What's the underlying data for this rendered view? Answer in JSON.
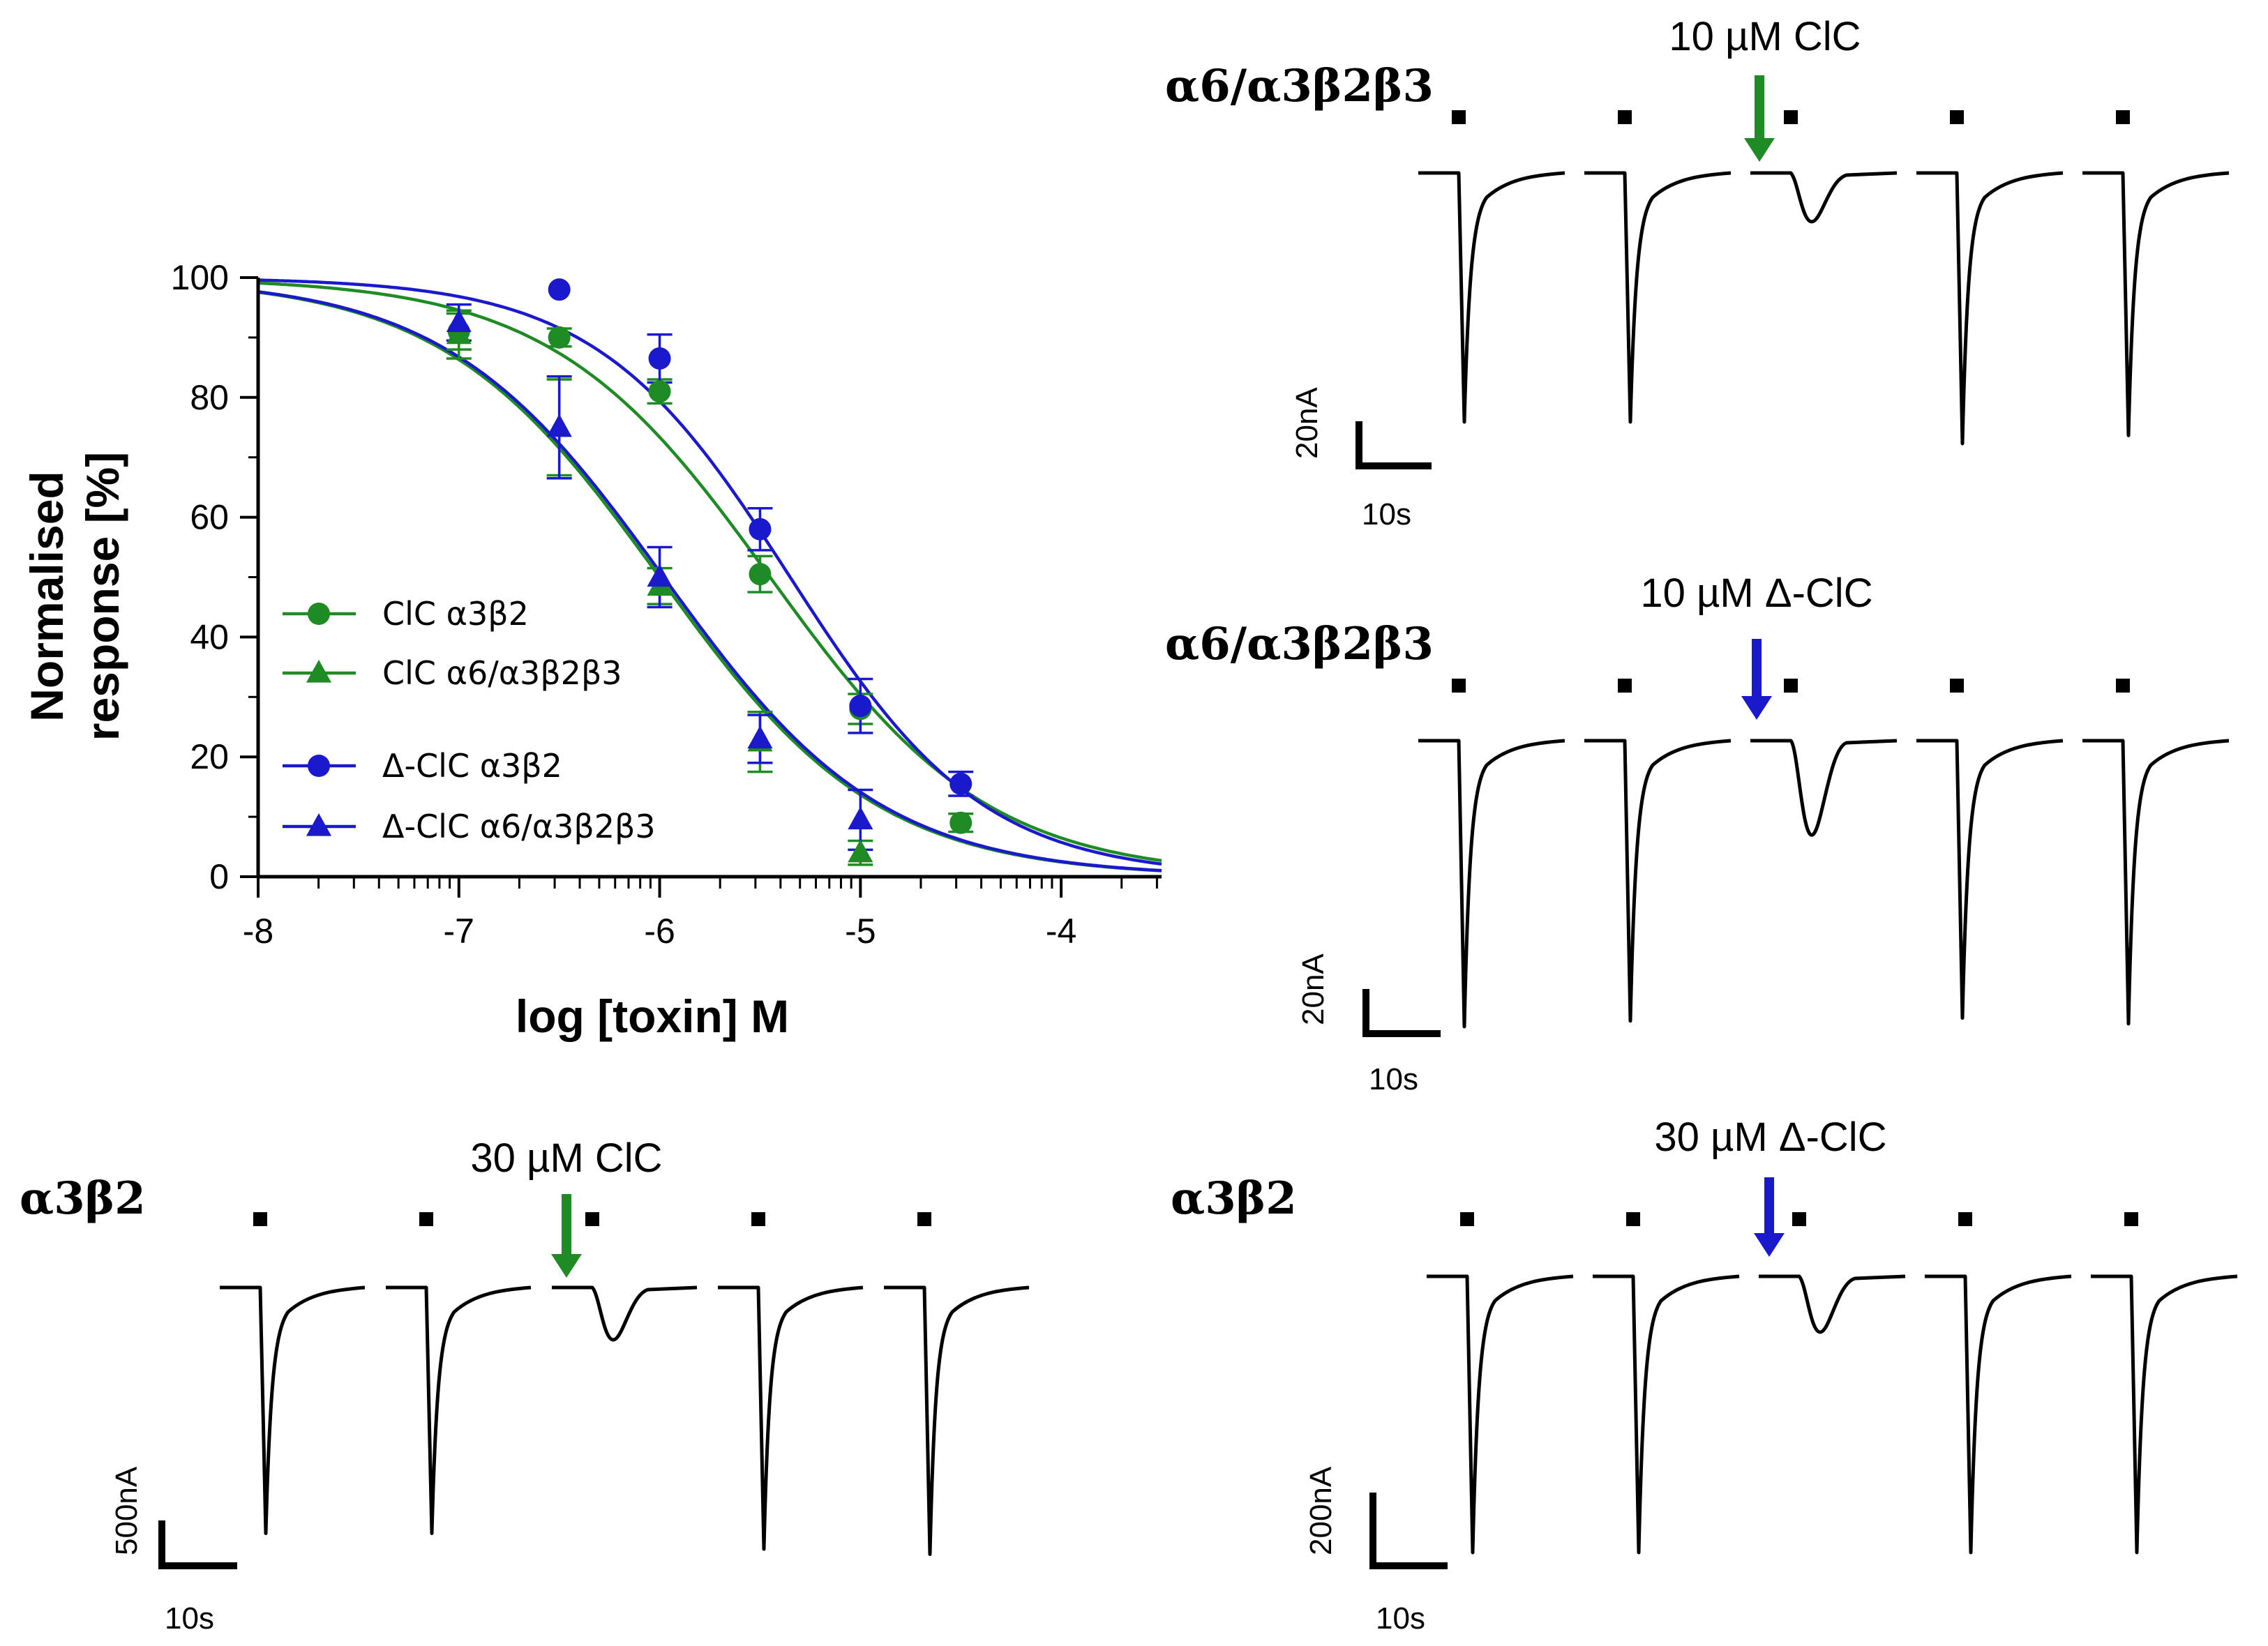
{
  "chart_data": [
    {
      "type": "scatter",
      "title": "",
      "xlabel": "log [toxin] M",
      "ylabel_line1": "Normalised",
      "ylabel_line2": "response [%]",
      "xlim": [
        -8,
        -3.5
      ],
      "ylim": [
        0,
        100
      ],
      "x_ticks": [
        -8,
        -7,
        -6,
        -5,
        -4
      ],
      "x_tick_labels": [
        "-8",
        "-7",
        "-6",
        "-5",
        "-4"
      ],
      "y_ticks": [
        0,
        20,
        40,
        60,
        80,
        100
      ],
      "y_tick_labels": [
        "0",
        "20",
        "40",
        "60",
        "80",
        "100"
      ],
      "x_axis_log_minor_ticks": true,
      "fit": "sigmoidal concentration-response",
      "legend_position": "center-left",
      "series": [
        {
          "name": "ClC α3β2",
          "color": "#1f8b24",
          "marker": "circle",
          "x": [
            -7,
            -6.5,
            -6,
            -5.5,
            -5,
            -4.5
          ],
          "y": [
            91,
            90,
            81,
            50.5,
            28,
            9
          ],
          "error": [
            3,
            1.5,
            2,
            3,
            2.5,
            1.5
          ],
          "fit_logIC50": -5.45,
          "fit_hill": 0.8
        },
        {
          "name": "ClC α6/α3β2β3",
          "color": "#1f8b24",
          "marker": "triangle",
          "x": [
            -7,
            -6.5,
            -6,
            -5.5,
            -5
          ],
          "y": [
            90.5,
            75,
            48.5,
            22.5,
            4
          ],
          "error": [
            4,
            8,
            3,
            5,
            2
          ],
          "fit_logIC50": -6.0,
          "fit_hill": 0.8
        },
        {
          "name": "Δ-ClC α3β2",
          "color": "#1a1acc",
          "marker": "circle",
          "x": [
            -6.5,
            -6,
            -5.5,
            -5,
            -4.5
          ],
          "y": [
            98,
            86.5,
            58,
            28.5,
            15.5
          ],
          "error": [
            0,
            4,
            3.5,
            4.5,
            2
          ],
          "fit_logIC50": -5.35,
          "fit_hill": 0.9
        },
        {
          "name": "Δ-ClC α6/α3β2β3",
          "color": "#1a1acc",
          "marker": "triangle",
          "x": [
            -7,
            -6.5,
            -6,
            -5.5,
            -5
          ],
          "y": [
            92.5,
            75,
            50,
            23,
            9.5
          ],
          "error": [
            3,
            8.5,
            5,
            4,
            5
          ],
          "fit_logIC50": -5.98,
          "fit_hill": 0.8
        }
      ]
    }
  ],
  "traces": [
    {
      "id": "tr-a6-clc",
      "receptor_label": "α6/α3β2β3",
      "drug_label": "10 µM ClC",
      "arrow_color": "#1f8b24",
      "amplitude_scale": "20nA",
      "time_scale": "10s",
      "peak_fraction": [
        0.92,
        0.92,
        0.18,
        1.0,
        0.97
      ]
    },
    {
      "id": "tr-a6-dclc",
      "receptor_label": "α6/α3β2β3",
      "drug_label": "10 µM Δ-ClC",
      "arrow_color": "#1a1acc",
      "amplitude_scale": "20nA",
      "time_scale": "10s",
      "peak_fraction": [
        1.0,
        0.98,
        0.33,
        0.97,
        0.99
      ]
    },
    {
      "id": "tr-a3-clc",
      "receptor_label": "α3β2",
      "drug_label": "30 µM ClC",
      "arrow_color": "#1f8b24",
      "amplitude_scale": "500nA",
      "time_scale": "10s",
      "peak_fraction": [
        0.94,
        0.94,
        0.2,
        1.0,
        1.02
      ]
    },
    {
      "id": "tr-a3-dclc",
      "receptor_label": "α3β2",
      "drug_label": "30 µM Δ-ClC",
      "arrow_color": "#1a1acc",
      "amplitude_scale": "200nA",
      "time_scale": "10s",
      "peak_fraction": [
        0.99,
        0.99,
        0.2,
        0.99,
        0.99
      ]
    }
  ]
}
